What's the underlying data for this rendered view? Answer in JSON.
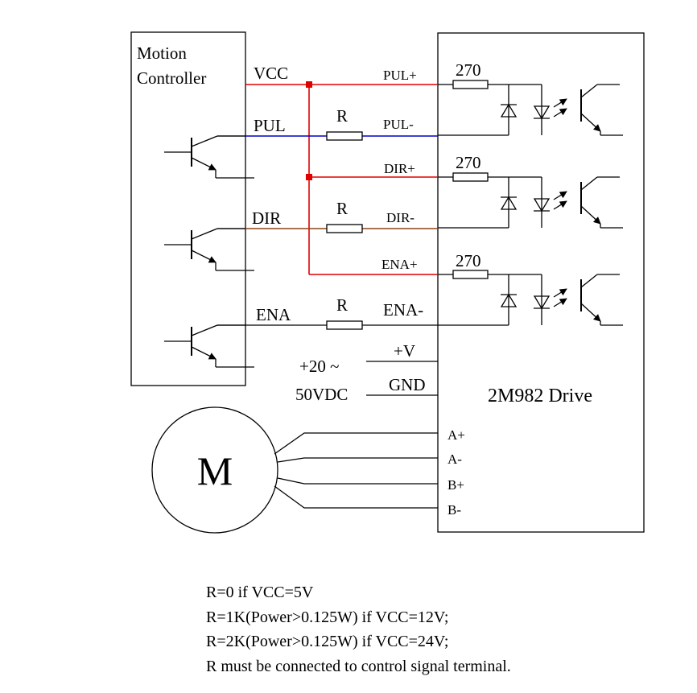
{
  "controller": {
    "title_line1": "Motion",
    "title_line2": "Controller"
  },
  "drive": {
    "title": "2M982 Drive"
  },
  "motor": {
    "label": "M"
  },
  "signals": {
    "vcc": "VCC",
    "pul": "PUL",
    "dir": "DIR",
    "ena": "ENA",
    "resistor": "R",
    "resistor_270": "270"
  },
  "terminals": {
    "pul_plus": "PUL+",
    "pul_minus": "PUL-",
    "dir_plus": "DIR+",
    "dir_minus": "DIR-",
    "ena_plus": "ENA+",
    "ena_minus": "ENA-",
    "v_plus": "+V",
    "gnd": "GND",
    "a_plus": "A+",
    "a_minus": "A-",
    "b_plus": "B+",
    "b_minus": "B-"
  },
  "power": {
    "line1": "+20 ~",
    "line2": "50VDC"
  },
  "notes": [
    "R=0 if VCC=5V",
    "R=1K(Power>0.125W) if VCC=12V;",
    "R=2K(Power>0.125W) if VCC=24V;",
    "R must be connected to control signal terminal."
  ],
  "colors": {
    "vcc": "#e00000",
    "pul": "#0000c8",
    "dir": "#8b4513",
    "line": "#000000"
  }
}
